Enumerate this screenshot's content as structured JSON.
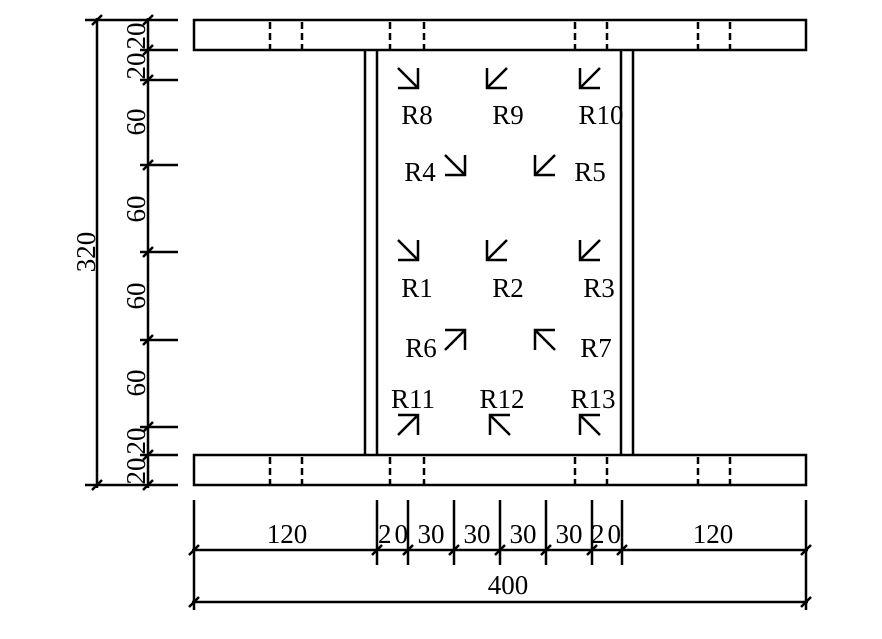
{
  "dimensions": {
    "total_height": "320",
    "vertical_segments": [
      "20",
      "20",
      "60",
      "60",
      "60",
      "60",
      "20",
      "20"
    ],
    "horizontal_segments": [
      "120",
      "20",
      "30",
      "30",
      "30",
      "30",
      "20",
      "120"
    ],
    "total_width": "400"
  },
  "sensors": [
    {
      "label": "R8",
      "direction": "se"
    },
    {
      "label": "R9",
      "direction": "sw"
    },
    {
      "label": "R10",
      "direction": "sw"
    },
    {
      "label": "R4",
      "direction": "se"
    },
    {
      "label": "R5",
      "direction": "sw"
    },
    {
      "label": "R1",
      "direction": "se"
    },
    {
      "label": "R2",
      "direction": "sw"
    },
    {
      "label": "R3",
      "direction": "sw"
    },
    {
      "label": "R6",
      "direction": "ne"
    },
    {
      "label": "R7",
      "direction": "nw"
    },
    {
      "label": "R11",
      "direction": "ne"
    },
    {
      "label": "R12",
      "direction": "nw"
    },
    {
      "label": "R13",
      "direction": "nw"
    }
  ]
}
